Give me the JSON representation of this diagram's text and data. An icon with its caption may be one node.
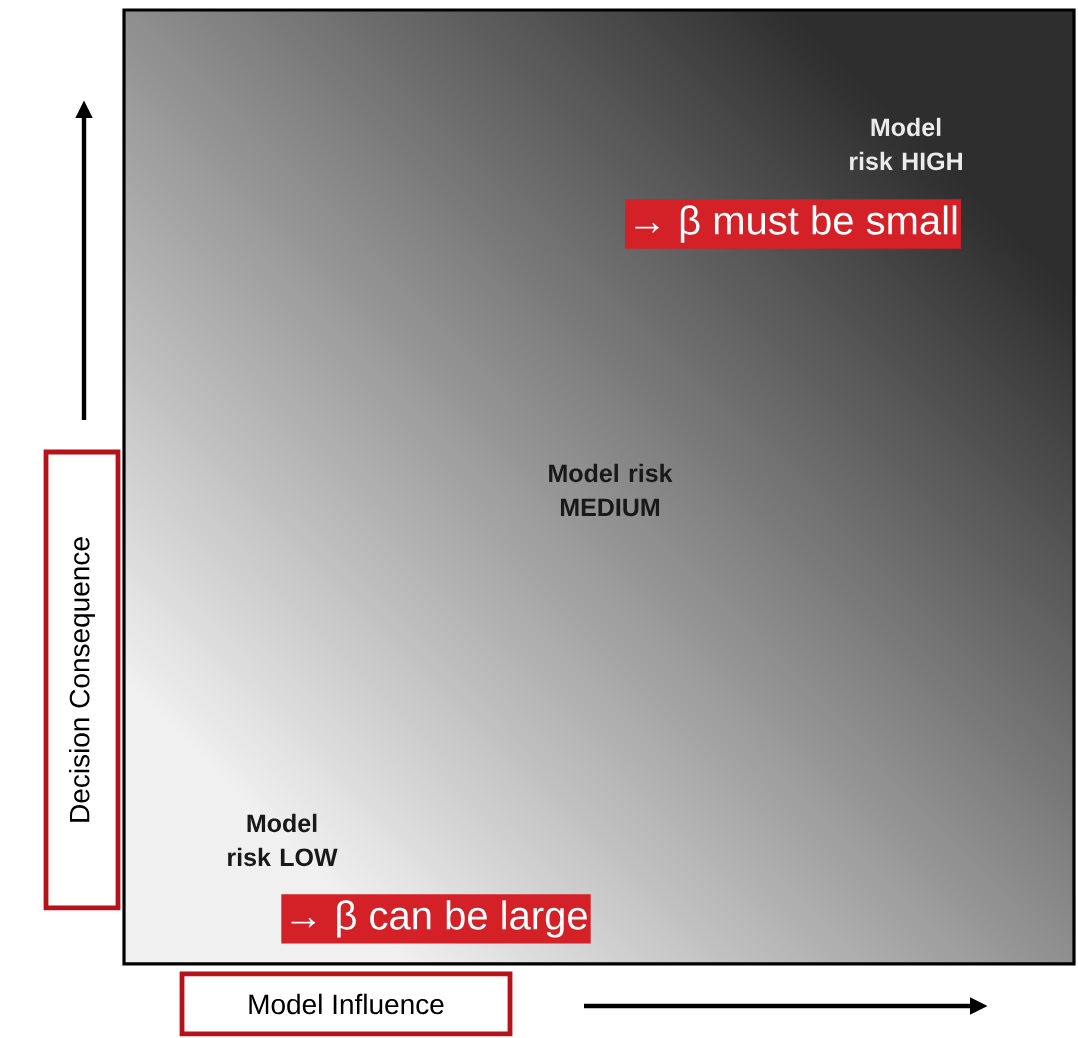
{
  "diagram": {
    "nodes": [
      {
        "text": [
          "Model risk HIGH",
          "Model risk MEDIUM",
          "Model risk LOW"
        ]
      },
      {
        "text": [
          "→ β must be small"
        ],
        "in": 0
      },
      {
        "text": [
          "→ β can be large"
        ],
        "in": 0
      },
      {
        "text": [
          "Decision Consequence"
        ]
      },
      {
        "text": [
          "Model Influence"
        ]
      }
    ]
  }
}
